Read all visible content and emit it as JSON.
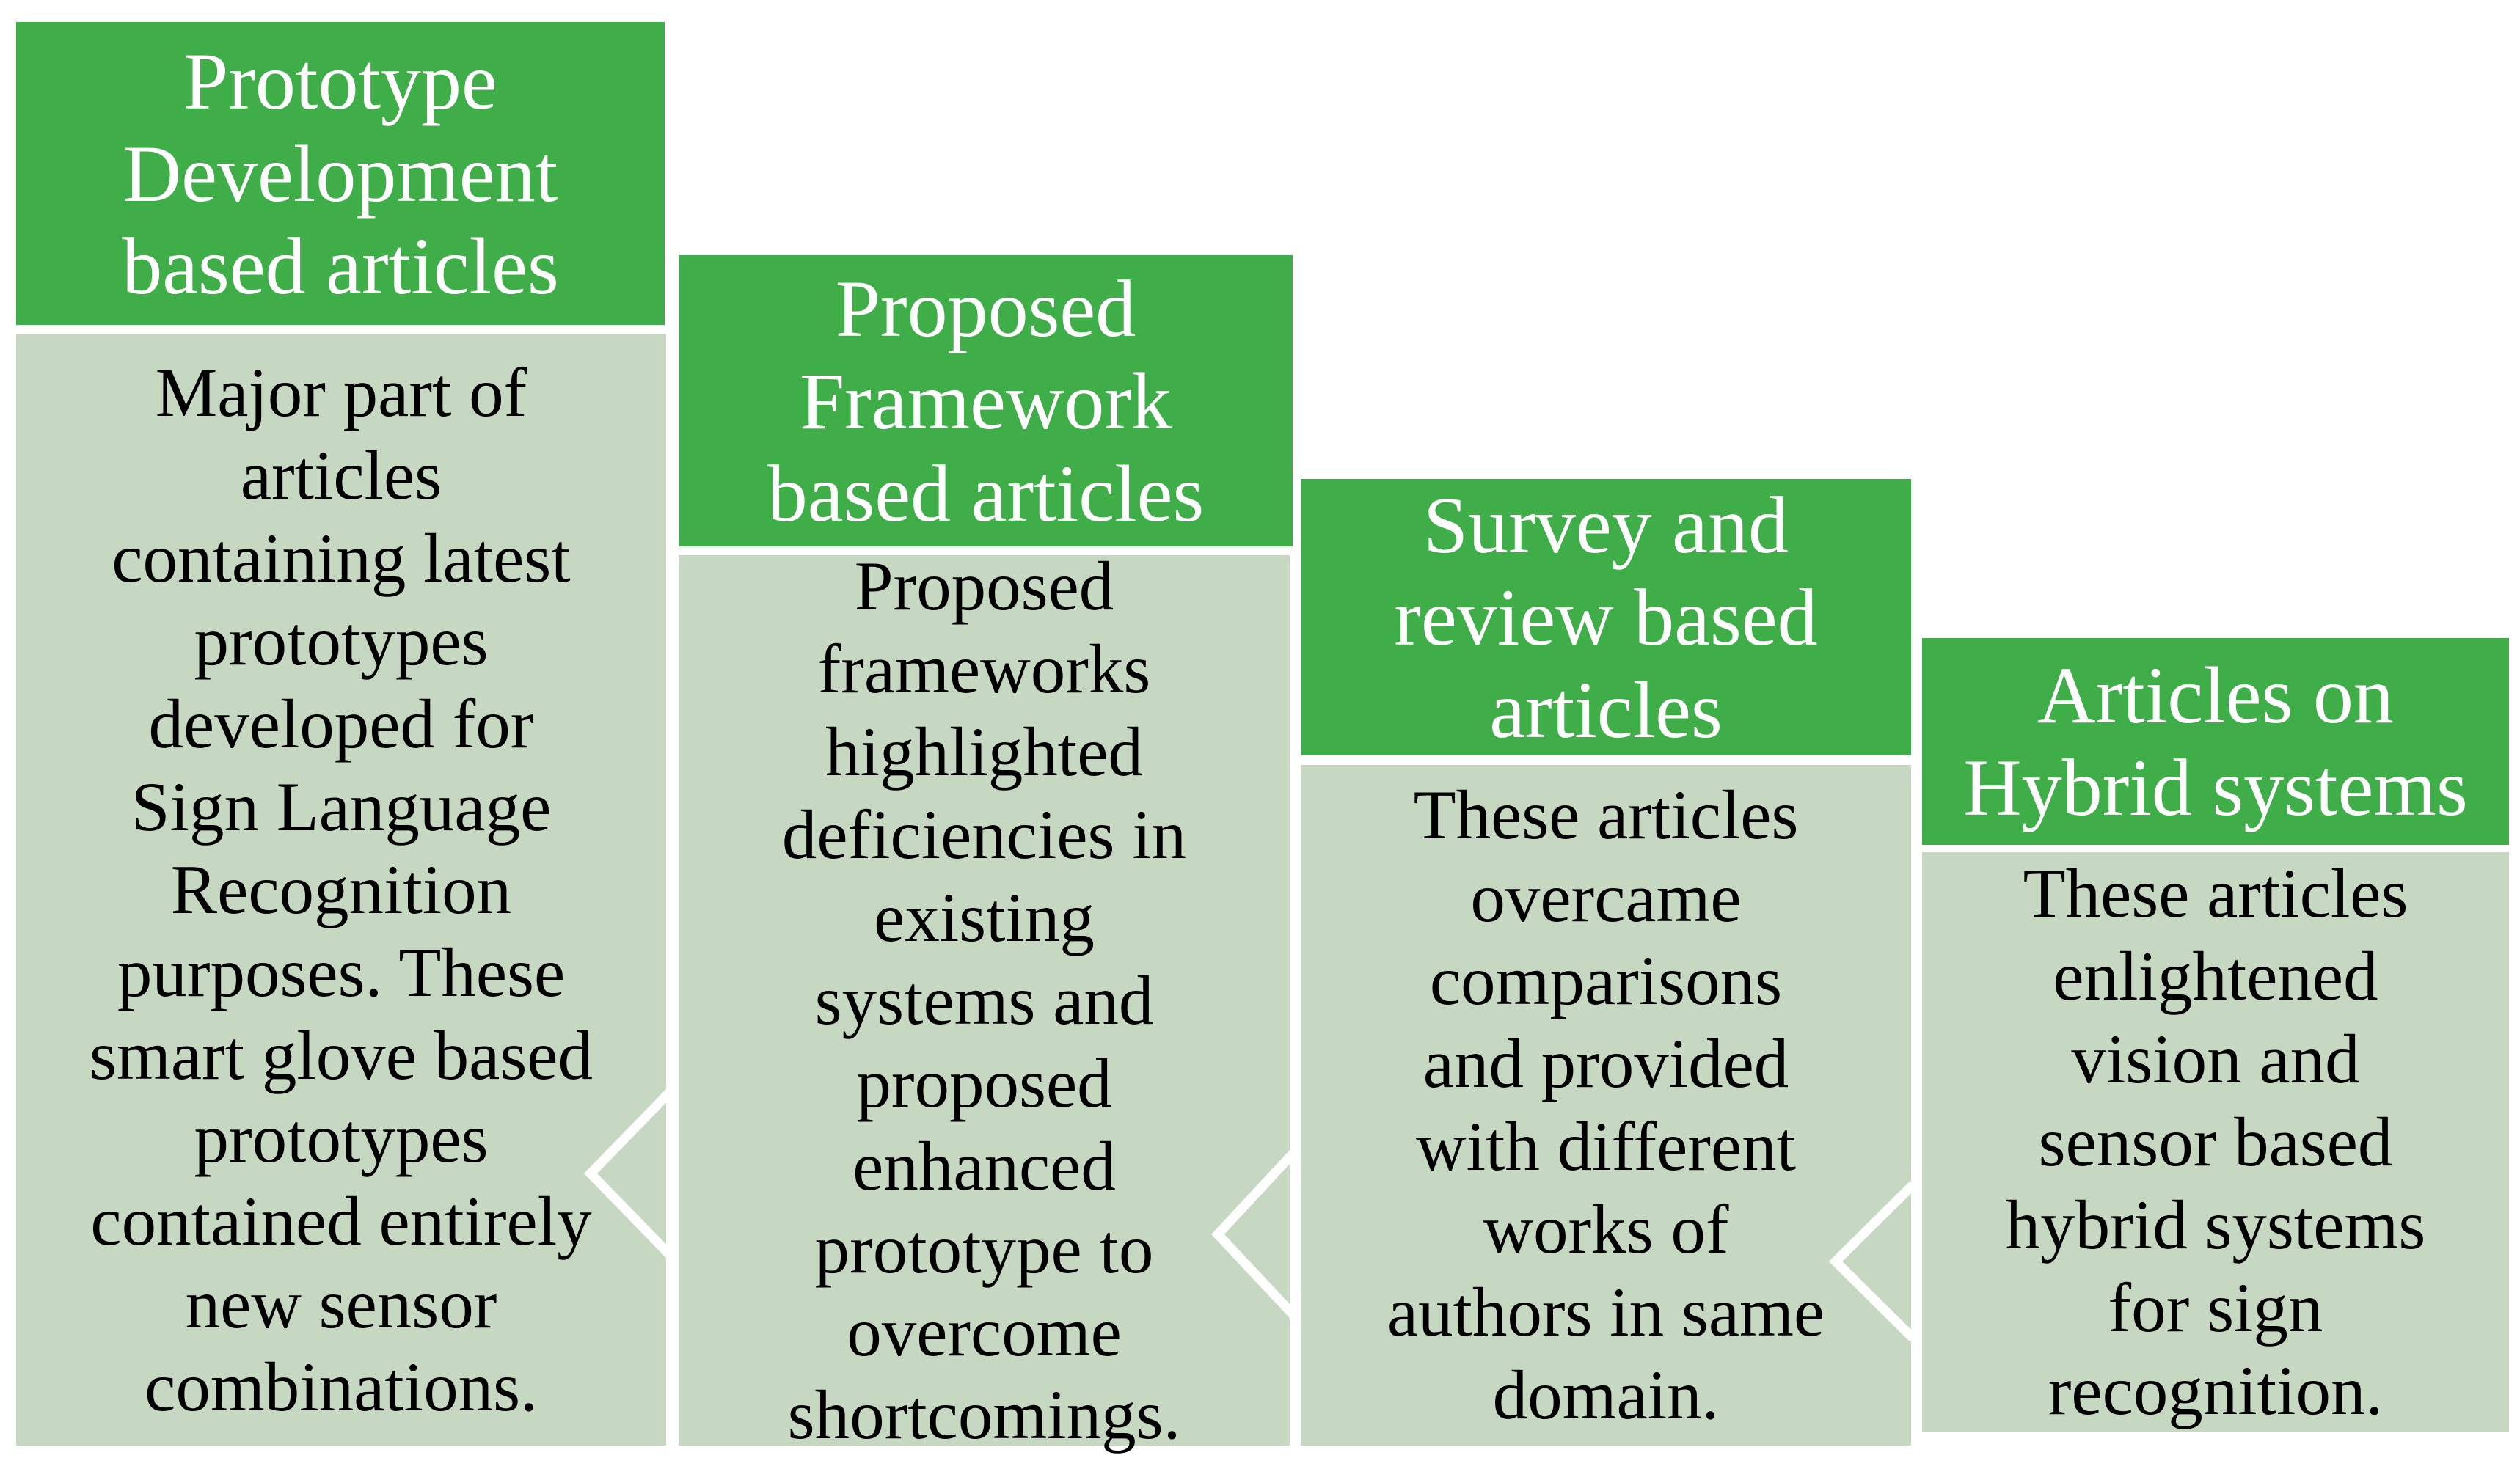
{
  "colors": {
    "page-bg": "#ffffff",
    "header-green": "#3fae49",
    "body-green": "#c6d8c1",
    "header-text": "#ffffff",
    "body-text": "#000000",
    "separator": "#ffffff"
  },
  "columns": [
    {
      "id": "prototype-development",
      "header": "Prototype\nDevelopment\nbased articles",
      "body": "Major part of\narticles\ncontaining latest\nprototypes\ndeveloped for\nSign Language\nRecognition\npurposes. These\nsmart glove based\nprototypes\ncontained entirely\nnew sensor\ncombinations."
    },
    {
      "id": "proposed-framework",
      "header": "Proposed\nFramework\nbased articles",
      "body": "Proposed\nframeworks\nhighlighted\ndeficiencies in\nexisting\nsystems and\nproposed\nenhanced\nprototype to\novercome\nshortcomings."
    },
    {
      "id": "survey-review",
      "header": "Survey and\nreview based\narticles",
      "body": "These articles\novercame\ncomparisons\nand provided\nwith different\nworks of\nauthors in same\ndomain."
    },
    {
      "id": "hybrid-systems",
      "header": "Articles on\nHybrid systems",
      "body": "These articles\nenlightened\nvision and\nsensor based\nhybrid systems\nfor sign\nrecognition."
    }
  ]
}
